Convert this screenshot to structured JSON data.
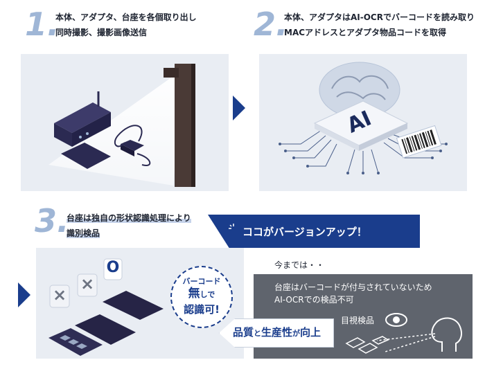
{
  "step1": {
    "number": "1.",
    "line1": "本体、アダプタ、台座を各個取り出し",
    "line2": "同時撮影、撮影画像送信"
  },
  "step2": {
    "number": "2.",
    "line1": "本体、アダプタはAI-OCRでバーコードを読み取り",
    "line2": "MACアドレスとアダプタ物品コードを取得",
    "ai_label": "AI"
  },
  "step3": {
    "number": "3.",
    "line1": "台座は独自の形状認識処理により",
    "line2": "識別検品",
    "mark_x1": "×",
    "mark_x2": "×",
    "mark_o": "O",
    "seal_line1": "バーコード",
    "seal_line2_big": "無",
    "seal_line2_small": "しで",
    "seal_line3": "認識可!"
  },
  "upgrade": {
    "banner": "ココがバージョンアップ！",
    "before_label": "今までは・・",
    "before_line1": "台座はバーコードが付与されていないため",
    "before_line2": "AI-OCRでの検品不可",
    "visual_label": "目視検品",
    "result_pre": "品質",
    "result_to": "と",
    "result_mid": "生産性",
    "result_ga": "が",
    "result_post": "向上"
  },
  "colors": {
    "accent": "#1a3d8c",
    "step_number": "#9fb6d6",
    "panel": "#e9edf3",
    "dark_box": "#5f646d",
    "highlight": "#c6d3ea"
  }
}
